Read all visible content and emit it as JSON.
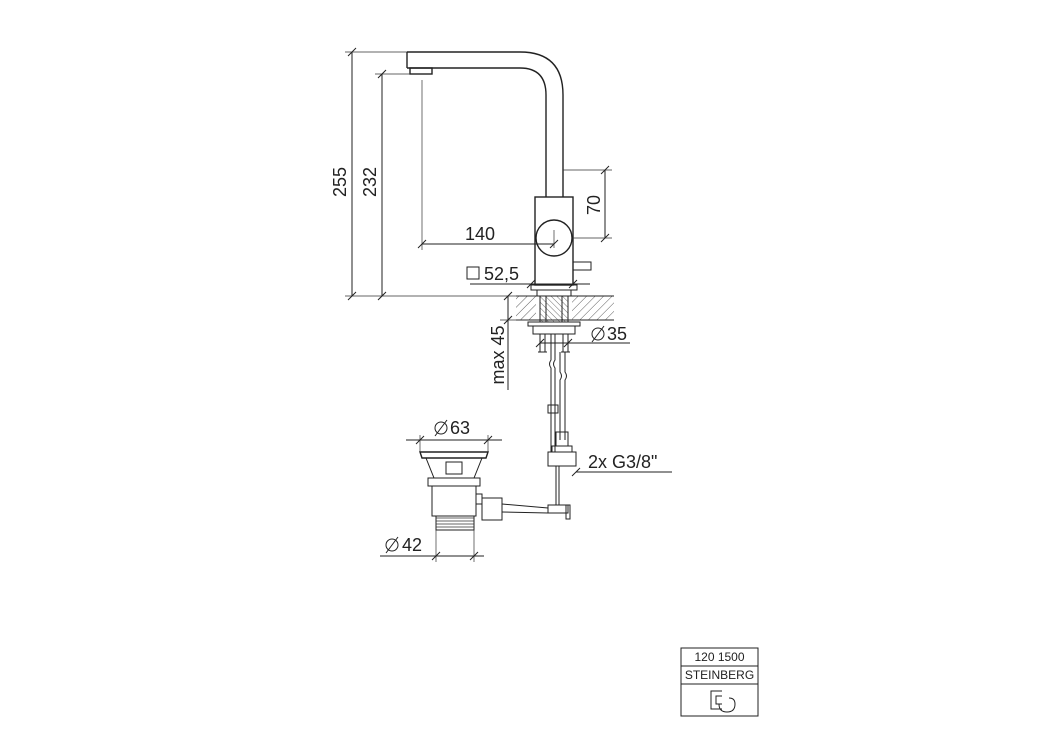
{
  "dimensions": {
    "total_height": "255",
    "spout_height": "232",
    "lever_offset": "70",
    "spout_reach": "140",
    "base_square": "52,5",
    "mount_diameter": "35",
    "max_thickness": "max 45",
    "connections": "2x G3/8\"",
    "waste_top_diameter": "63",
    "waste_thread_diameter": "42"
  },
  "title_block": {
    "article_number": "120 1500",
    "brand": "STEINBERG"
  },
  "symbols": {
    "square": "square-symbol",
    "diameter": "diameter-symbol",
    "logo": "steinberg-logo-icon"
  }
}
